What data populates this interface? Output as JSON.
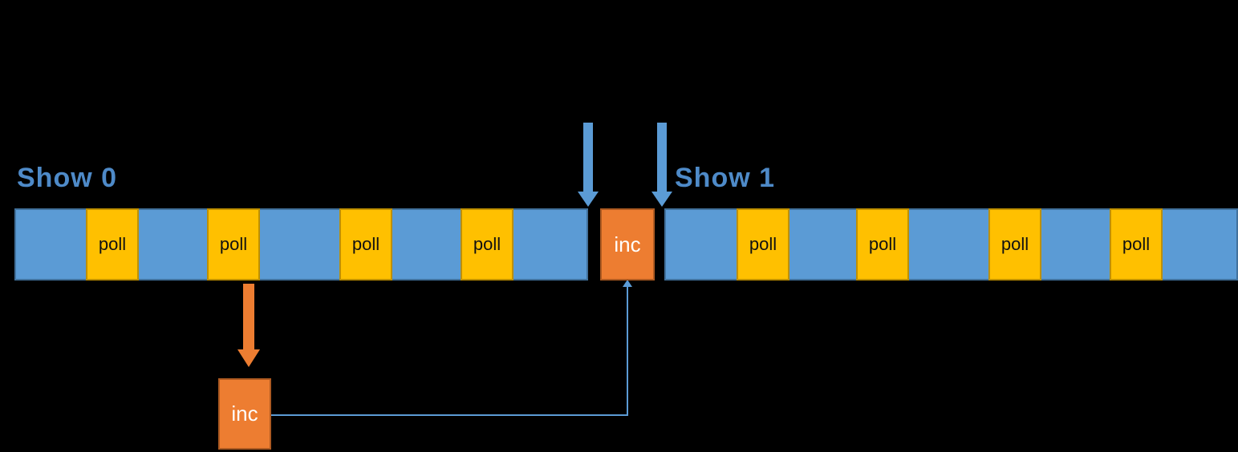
{
  "diagram": {
    "title_left": "Show 0",
    "title_right": "Show 1",
    "bar1_events": [
      "poll",
      "poll",
      "poll",
      "poll"
    ],
    "inline_inc": "inc",
    "bar2_events": [
      "poll",
      "poll",
      "poll",
      "poll"
    ],
    "deferred_inc": "inc"
  },
  "colors": {
    "background": "#000000",
    "timeline_blue": "#5B9BD5",
    "timeline_blue_border": "#41719C",
    "poll_yellow": "#FFC000",
    "poll_yellow_border": "#BF9000",
    "inc_orange": "#ED7D31",
    "inc_orange_border": "#AE5A21",
    "show_label_blue": "#4E8AC8",
    "connector_blue": "#5B9BD5"
  }
}
